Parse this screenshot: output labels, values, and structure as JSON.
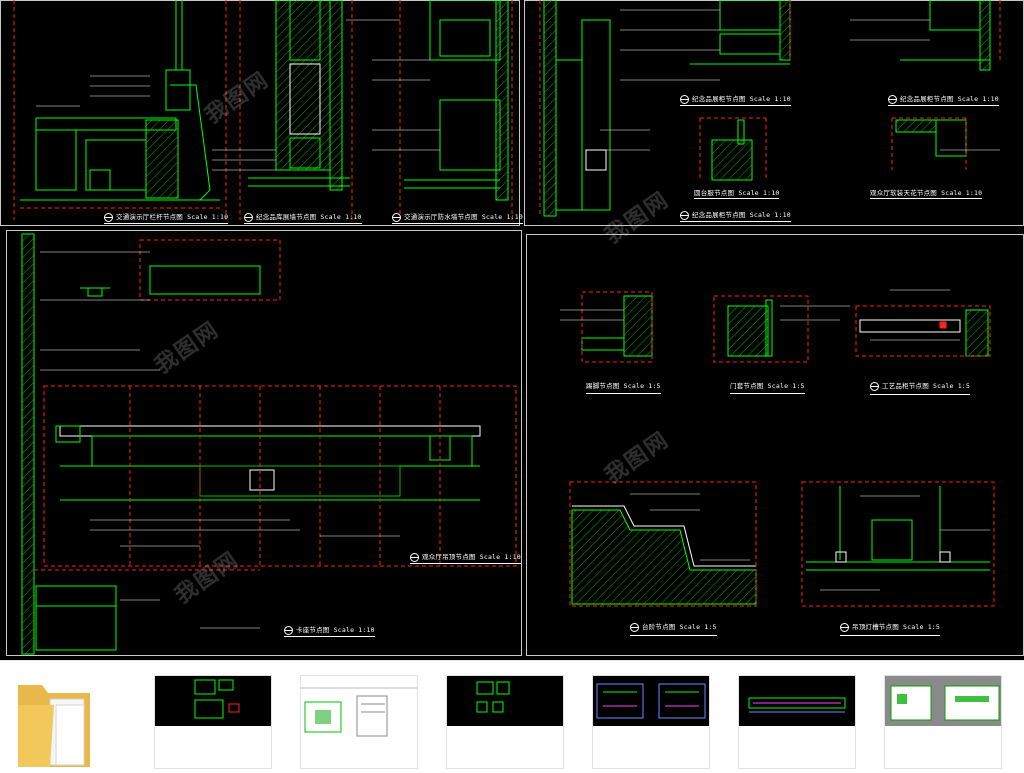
{
  "drawing": {
    "panels": [
      {
        "title": "交通演示厅栏杆节点图 Scale 1:10"
      },
      {
        "title": "纪念品库展墙节点图 Scale 1:10"
      },
      {
        "title": "交通演示厅防水墙节点图 Scale 1:10"
      },
      {
        "title": "纪念品展柜节点图 Scale 1:10"
      },
      {
        "title": "纪念品展柜节点图 Scale 1:10"
      },
      {
        "title": "圆台服节点图 Scale 1:10"
      },
      {
        "title": "纪念品展柜节点图 Scale 1:10"
      },
      {
        "title": "观众厅软装天花节点图 Scale 1:10"
      },
      {
        "title": "观众厅吊顶节点图 Scale 1:10"
      },
      {
        "title": "卡座节点图 Scale 1:10"
      },
      {
        "title": "踢脚节点图 Scale 1:5"
      },
      {
        "title": "门套节点图 Scale 1:5"
      },
      {
        "title": "工艺品柜节点图 Scale 1:5"
      },
      {
        "title": "台阶节点图 Scale 1:5"
      },
      {
        "title": "吊顶灯槽节点图 Scale 1:5"
      }
    ],
    "watermark": "我图网",
    "colors": {
      "background": "#000000",
      "green": "#00ff00",
      "red": "#ff2020",
      "white": "#ffffff",
      "hatch": "#00c000"
    }
  },
  "thumbnails": [
    {
      "name": "folder"
    },
    {
      "name": "thumb-1"
    },
    {
      "name": "thumb-2"
    },
    {
      "name": "thumb-3"
    },
    {
      "name": "thumb-4"
    },
    {
      "name": "thumb-5"
    },
    {
      "name": "thumb-6"
    }
  ]
}
